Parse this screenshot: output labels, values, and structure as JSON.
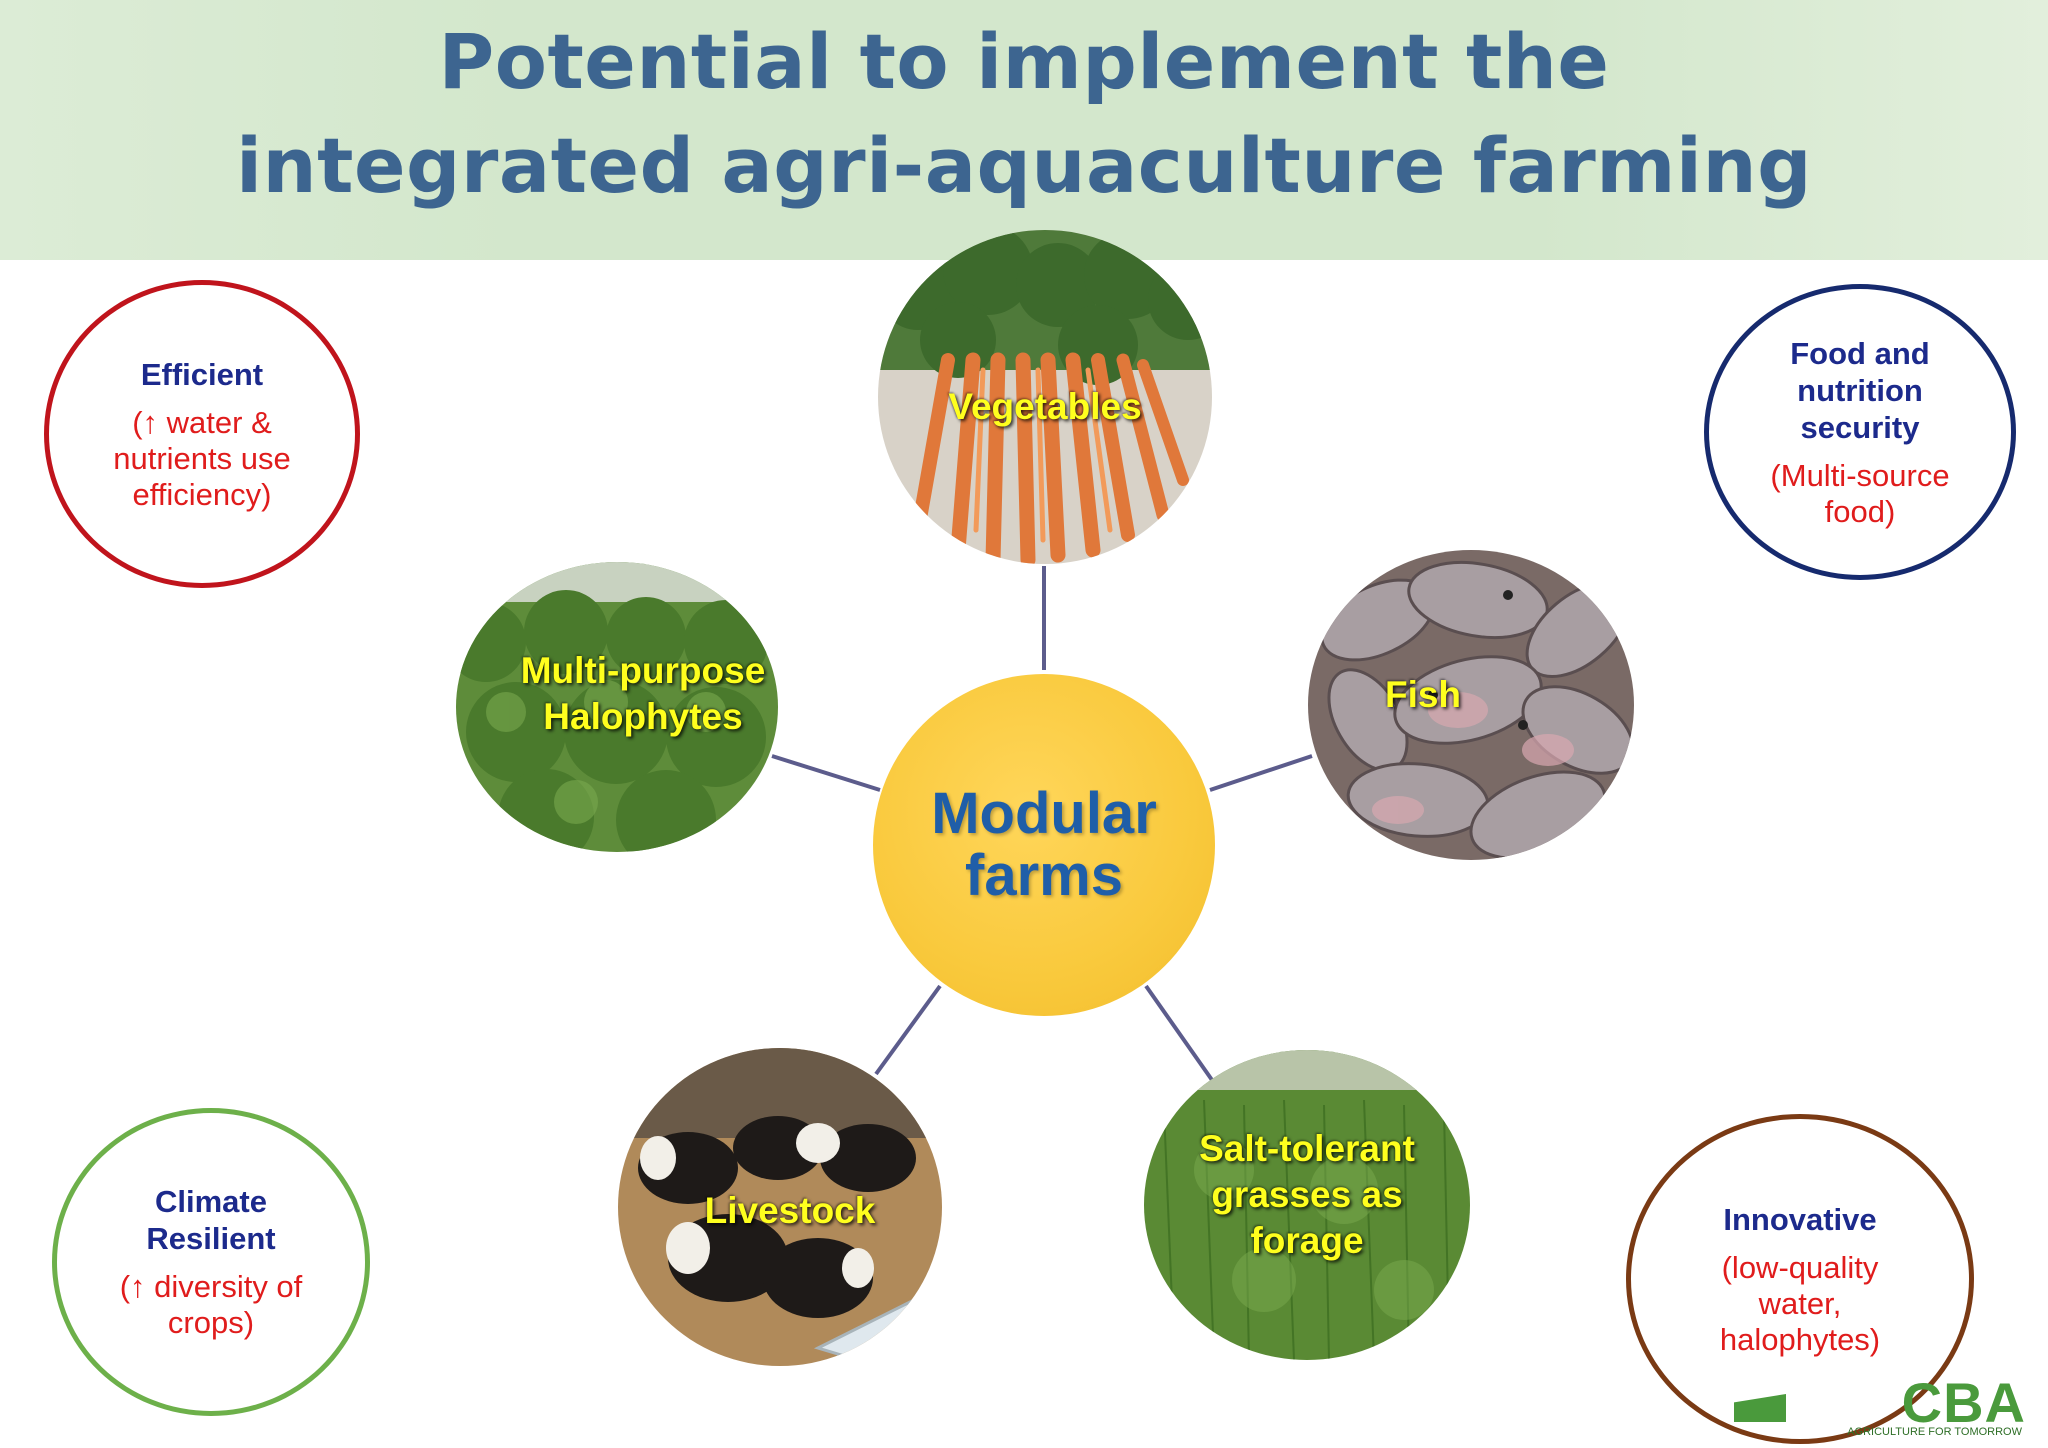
{
  "title": {
    "line1": "Potential to implement the",
    "line2": "integrated agri-aquaculture farming"
  },
  "hub": {
    "line1": "Modular",
    "line2": "farms"
  },
  "components": {
    "vegetables": {
      "label": "Vegetables"
    },
    "fish": {
      "label": "Fish"
    },
    "halophytes": {
      "line1": "Multi-purpose",
      "line2": "Halophytes"
    },
    "livestock": {
      "label": "Livestock"
    },
    "grasses": {
      "line1": "Salt-tolerant",
      "line2": "grasses as",
      "line3": "forage"
    }
  },
  "benefits": {
    "efficient": {
      "title": "Efficient",
      "sub1": "(↑ water &",
      "sub2": "nutrients use",
      "sub3": "efficiency)",
      "color": "#c0141c"
    },
    "food": {
      "title1": "Food and",
      "title2": "nutrition",
      "title3": "security",
      "sub1": "(Multi-source",
      "sub2": "food)",
      "color": "#162a6e"
    },
    "climate": {
      "title1": "Climate",
      "title2": "Resilient",
      "sub1": "(↑ diversity of",
      "sub2": "crops)",
      "color": "#6db04a"
    },
    "innovative": {
      "title": "Innovative",
      "sub1": "(low-quality",
      "sub2": "water,",
      "sub3": "halophytes)",
      "color": "#7a3a14"
    }
  },
  "logo": {
    "text": "CBA",
    "tagline": "AGRICULTURE FOR TOMORROW"
  },
  "colors": {
    "title": "#3d6590",
    "hub_text": "#1f5ea8",
    "photo_label": "#ffff1e",
    "connector": "#5c5c8c"
  }
}
